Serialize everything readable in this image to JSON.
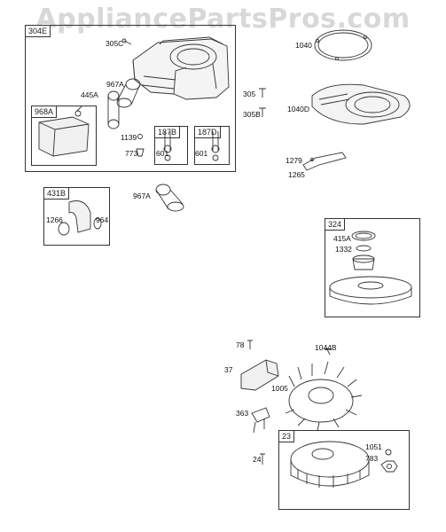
{
  "watermark": "AppliancePartsPros.com",
  "groups": {
    "g304E": "304E",
    "g968A": "968A",
    "g187B": "187B",
    "g187D": "187D",
    "g431B": "431B",
    "g324": "324",
    "g23": "23"
  },
  "labels": {
    "p305C": "305C",
    "p967A_top": "967A",
    "p445A": "445A",
    "p1139": "1139",
    "p773": "773",
    "p601a": "601",
    "p601b": "601",
    "p1040": "1040",
    "p305": "305",
    "p305B": "305B",
    "p1040D": "1040D",
    "p1279": "1279",
    "p1265": "1265",
    "p967A_mid": "967A",
    "p1266": "1266",
    "p964": "964",
    "p415A": "415A",
    "p1332": "1332",
    "p78": "78",
    "p1044B": "1044B",
    "p37": "37",
    "p1005": "1005",
    "p363": "363",
    "p24": "24",
    "p1051": "1051",
    "p783": "783"
  }
}
